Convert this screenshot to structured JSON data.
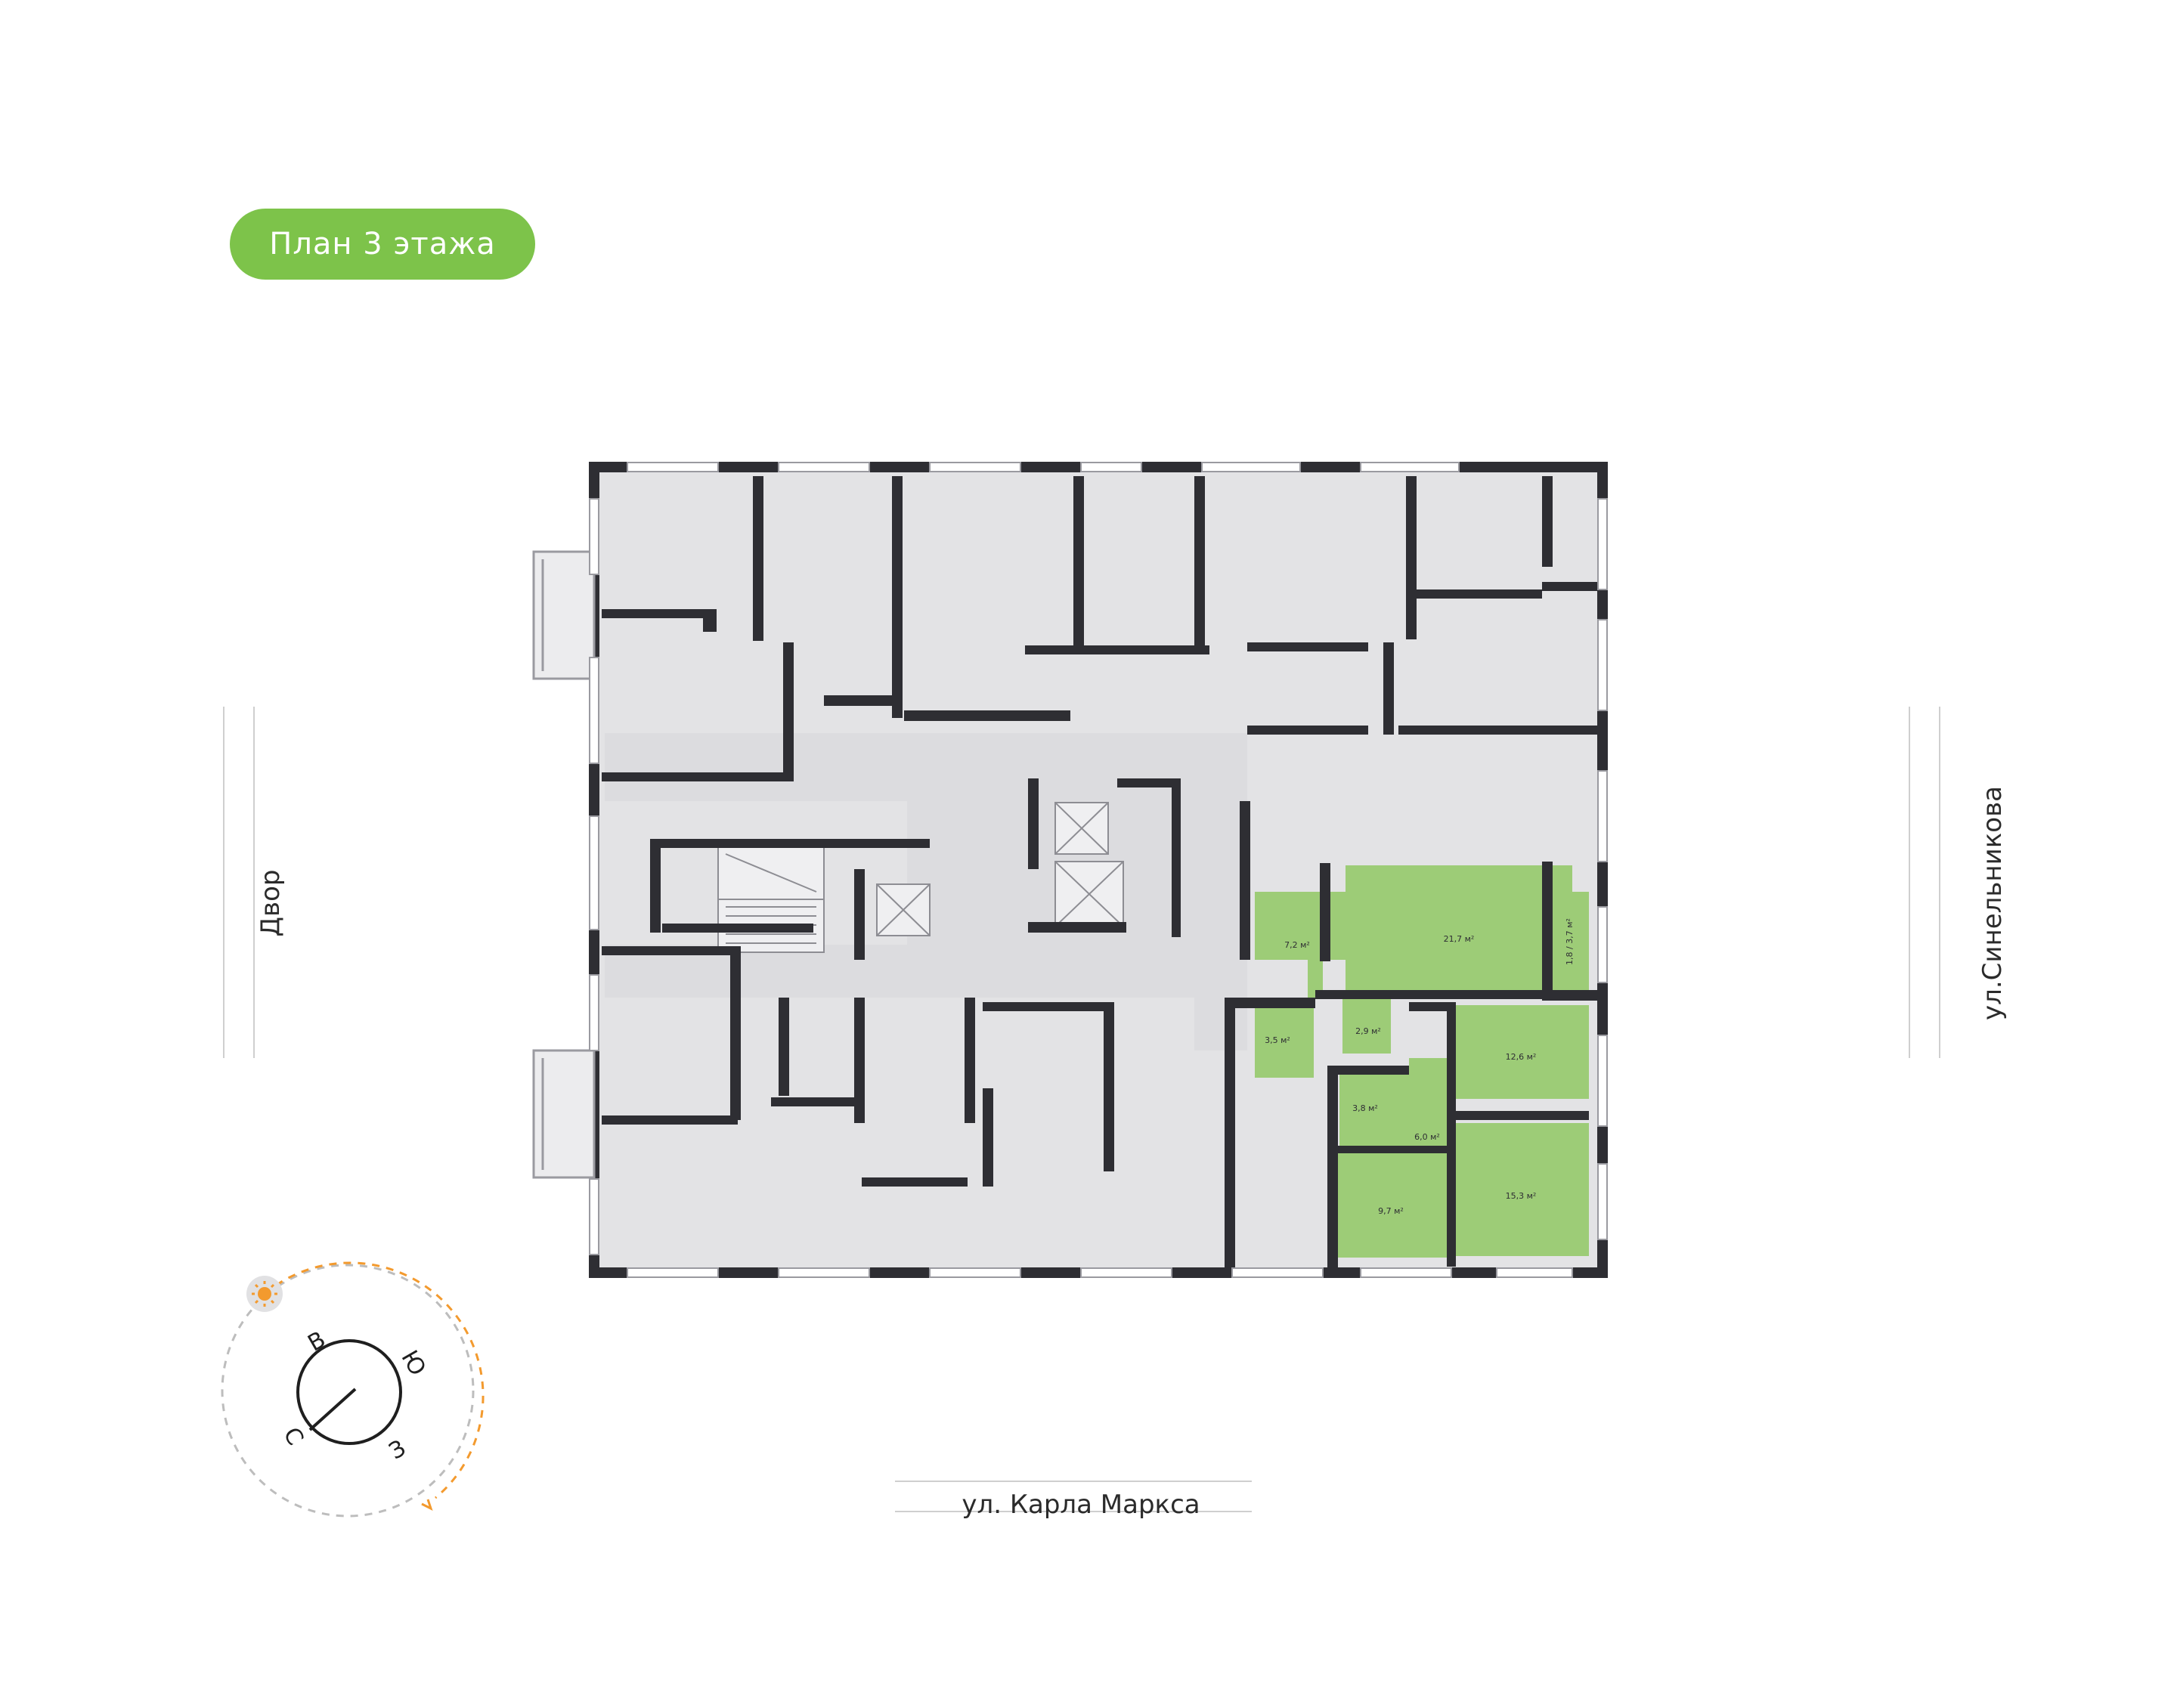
{
  "title": "План 3 этажа",
  "streets": {
    "bottom": "ул. Карла Маркса",
    "left": "Двор",
    "right": "ул.Синельникова"
  },
  "compass": {
    "north": "С",
    "east": "В",
    "south": "Ю",
    "west": "З"
  },
  "rooms": {
    "living": "21,7 м²",
    "hall": "7,2 м²",
    "balcony": "1,8 / 3,7 м²",
    "bath_1": "3,5 м²",
    "wc": "2,9 м²",
    "bath_2": "3,8 м²",
    "corridor": "6,0 м²",
    "bedroom_1": "12,6 м²",
    "bedroom_2": "9,7 м²",
    "bedroom_3": "15,3 м²"
  },
  "colors": {
    "accent": "#7dc34a",
    "apartment_fill": "#9dcc77",
    "room_fill": "#e3e3e5",
    "wall": "#2e2e33",
    "sun": "#f39a2e"
  },
  "icons": [
    "sun-icon",
    "compass-icon"
  ]
}
